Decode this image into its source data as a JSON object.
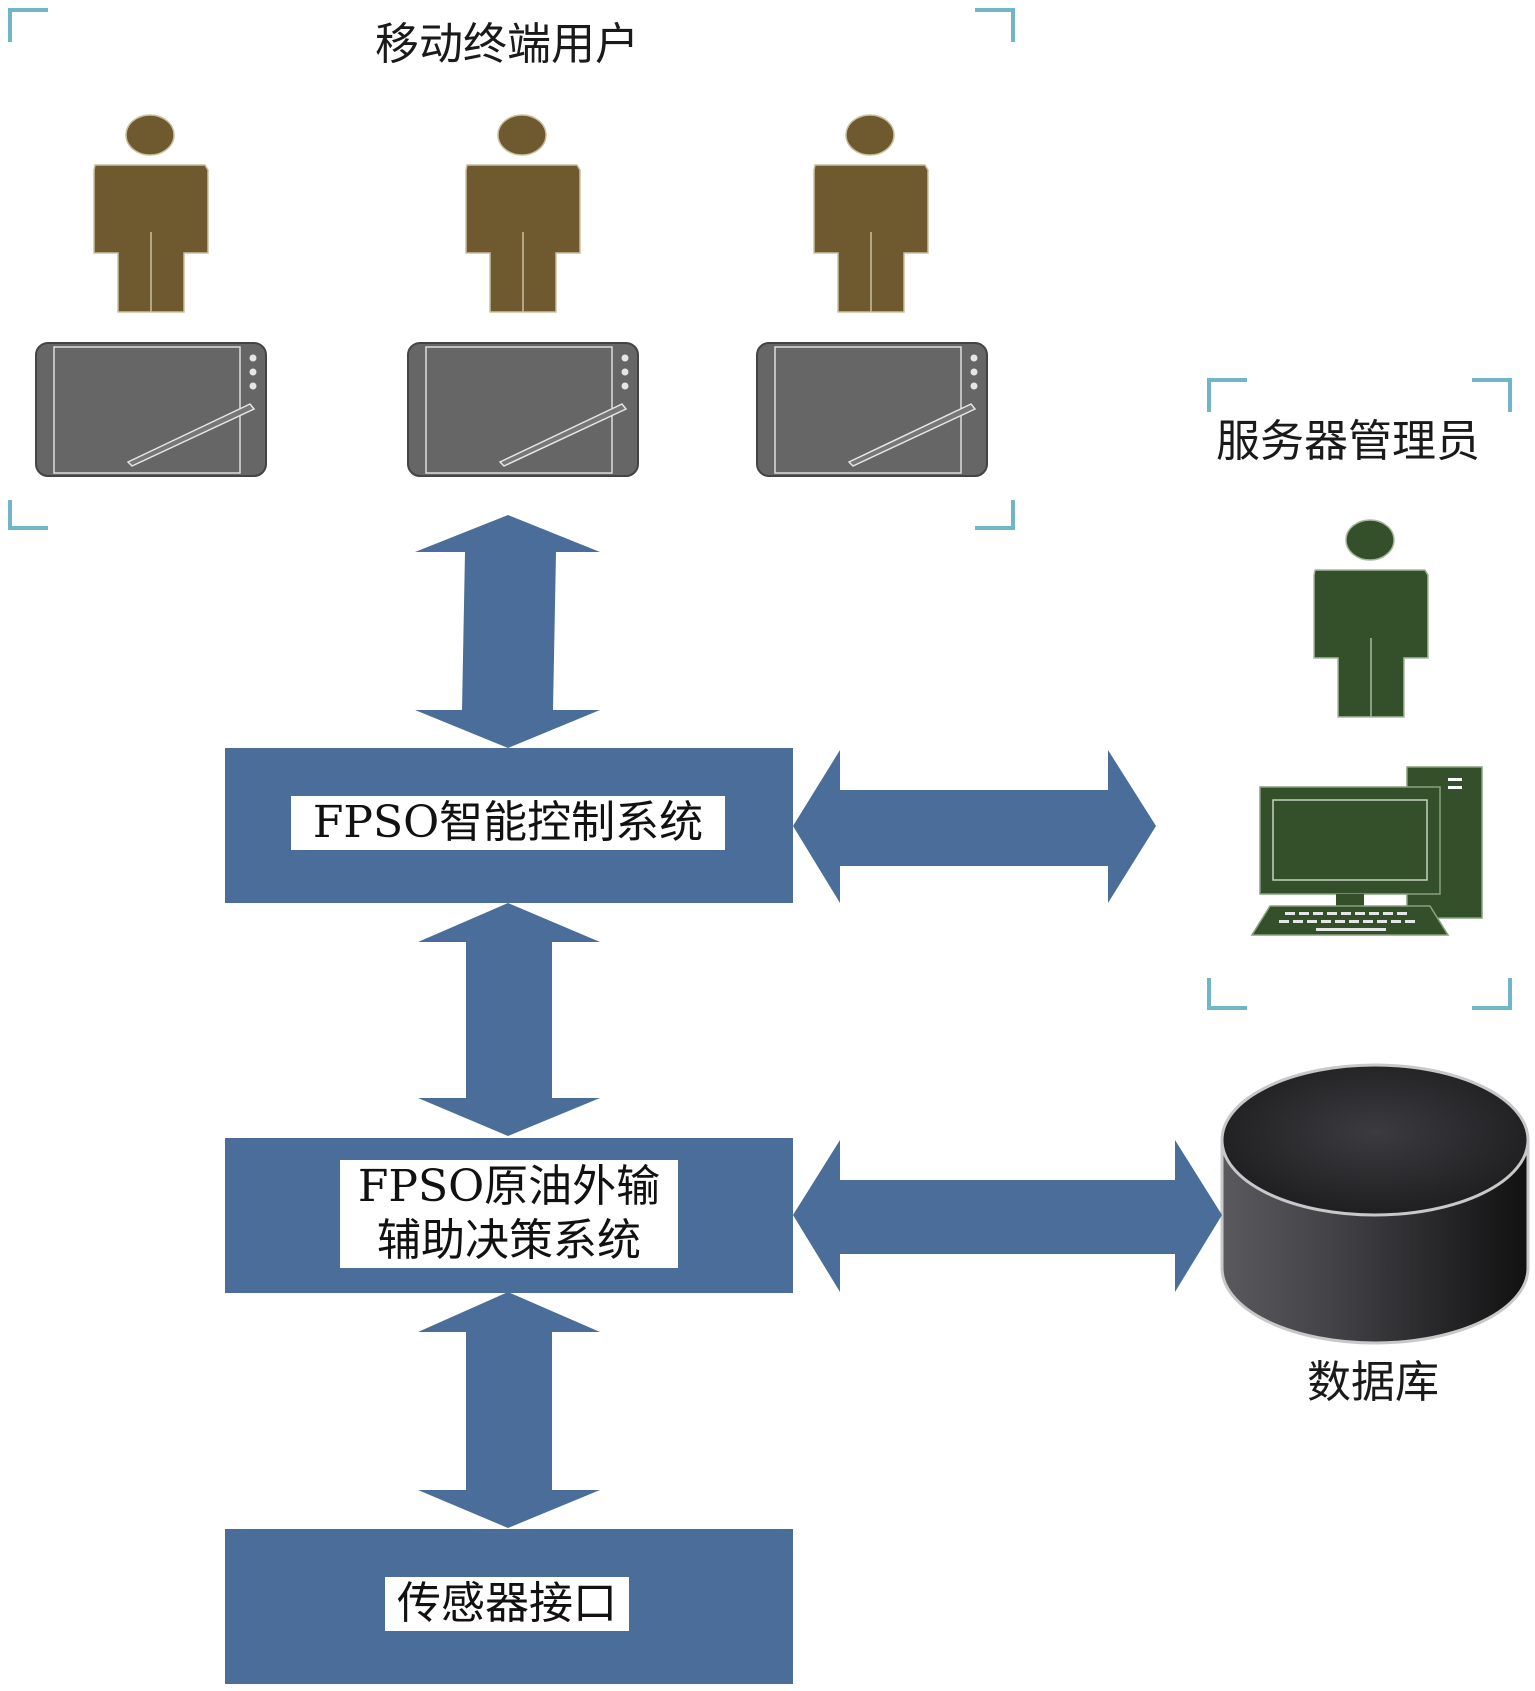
{
  "groups": {
    "mobile_users": {
      "title": "移动终端用户"
    },
    "server_admin": {
      "title": "服务器管理员"
    },
    "database": {
      "label": "数据库"
    }
  },
  "boxes": {
    "control": {
      "label": "FPSO智能控制系统"
    },
    "decision": {
      "line1": "FPSO原油外输",
      "line2": "辅助决策系统"
    },
    "sensor": {
      "label": "传感器接口"
    }
  },
  "colors": {
    "box_fill": "#4a6d9a",
    "arrow_fill": "#4a6d9a",
    "mobile_person": "#6e5a2e",
    "admin_person": "#34502a",
    "tablet": "#666666",
    "computer": "#34502a",
    "bracket": "#6fb7c6",
    "database": "#3a3a3d"
  },
  "icons": {
    "person": "person-icon",
    "tablet": "tablet-icon",
    "computer": "computer-icon",
    "database": "database-icon"
  }
}
